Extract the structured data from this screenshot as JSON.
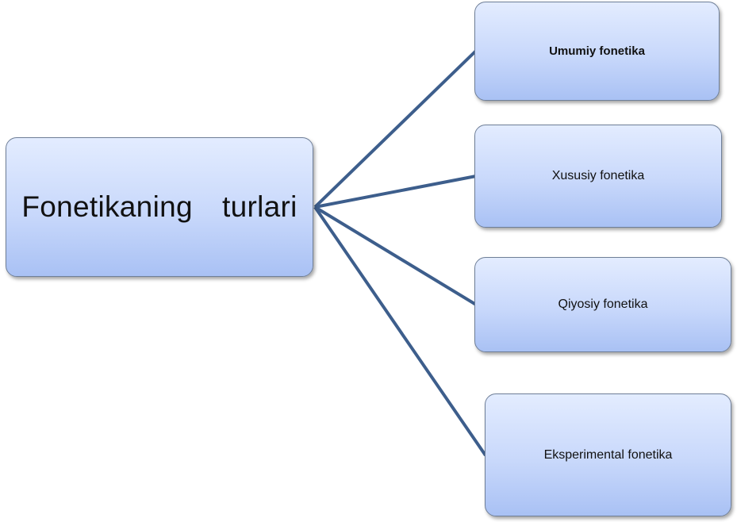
{
  "root": {
    "label": "Fonetikaning  turlari"
  },
  "children": [
    {
      "label": "Umumiy fonetika"
    },
    {
      "label": "Xususiy fonetika"
    },
    {
      "label": "Qiyosiy fonetika"
    },
    {
      "label": "Eksperimental fonetika"
    }
  ],
  "colors": {
    "connector": "#3d5e8c",
    "box_border": "#6f7f98",
    "box_fill_top": "#e3ecff",
    "box_fill_bottom": "#a9c1f4"
  }
}
